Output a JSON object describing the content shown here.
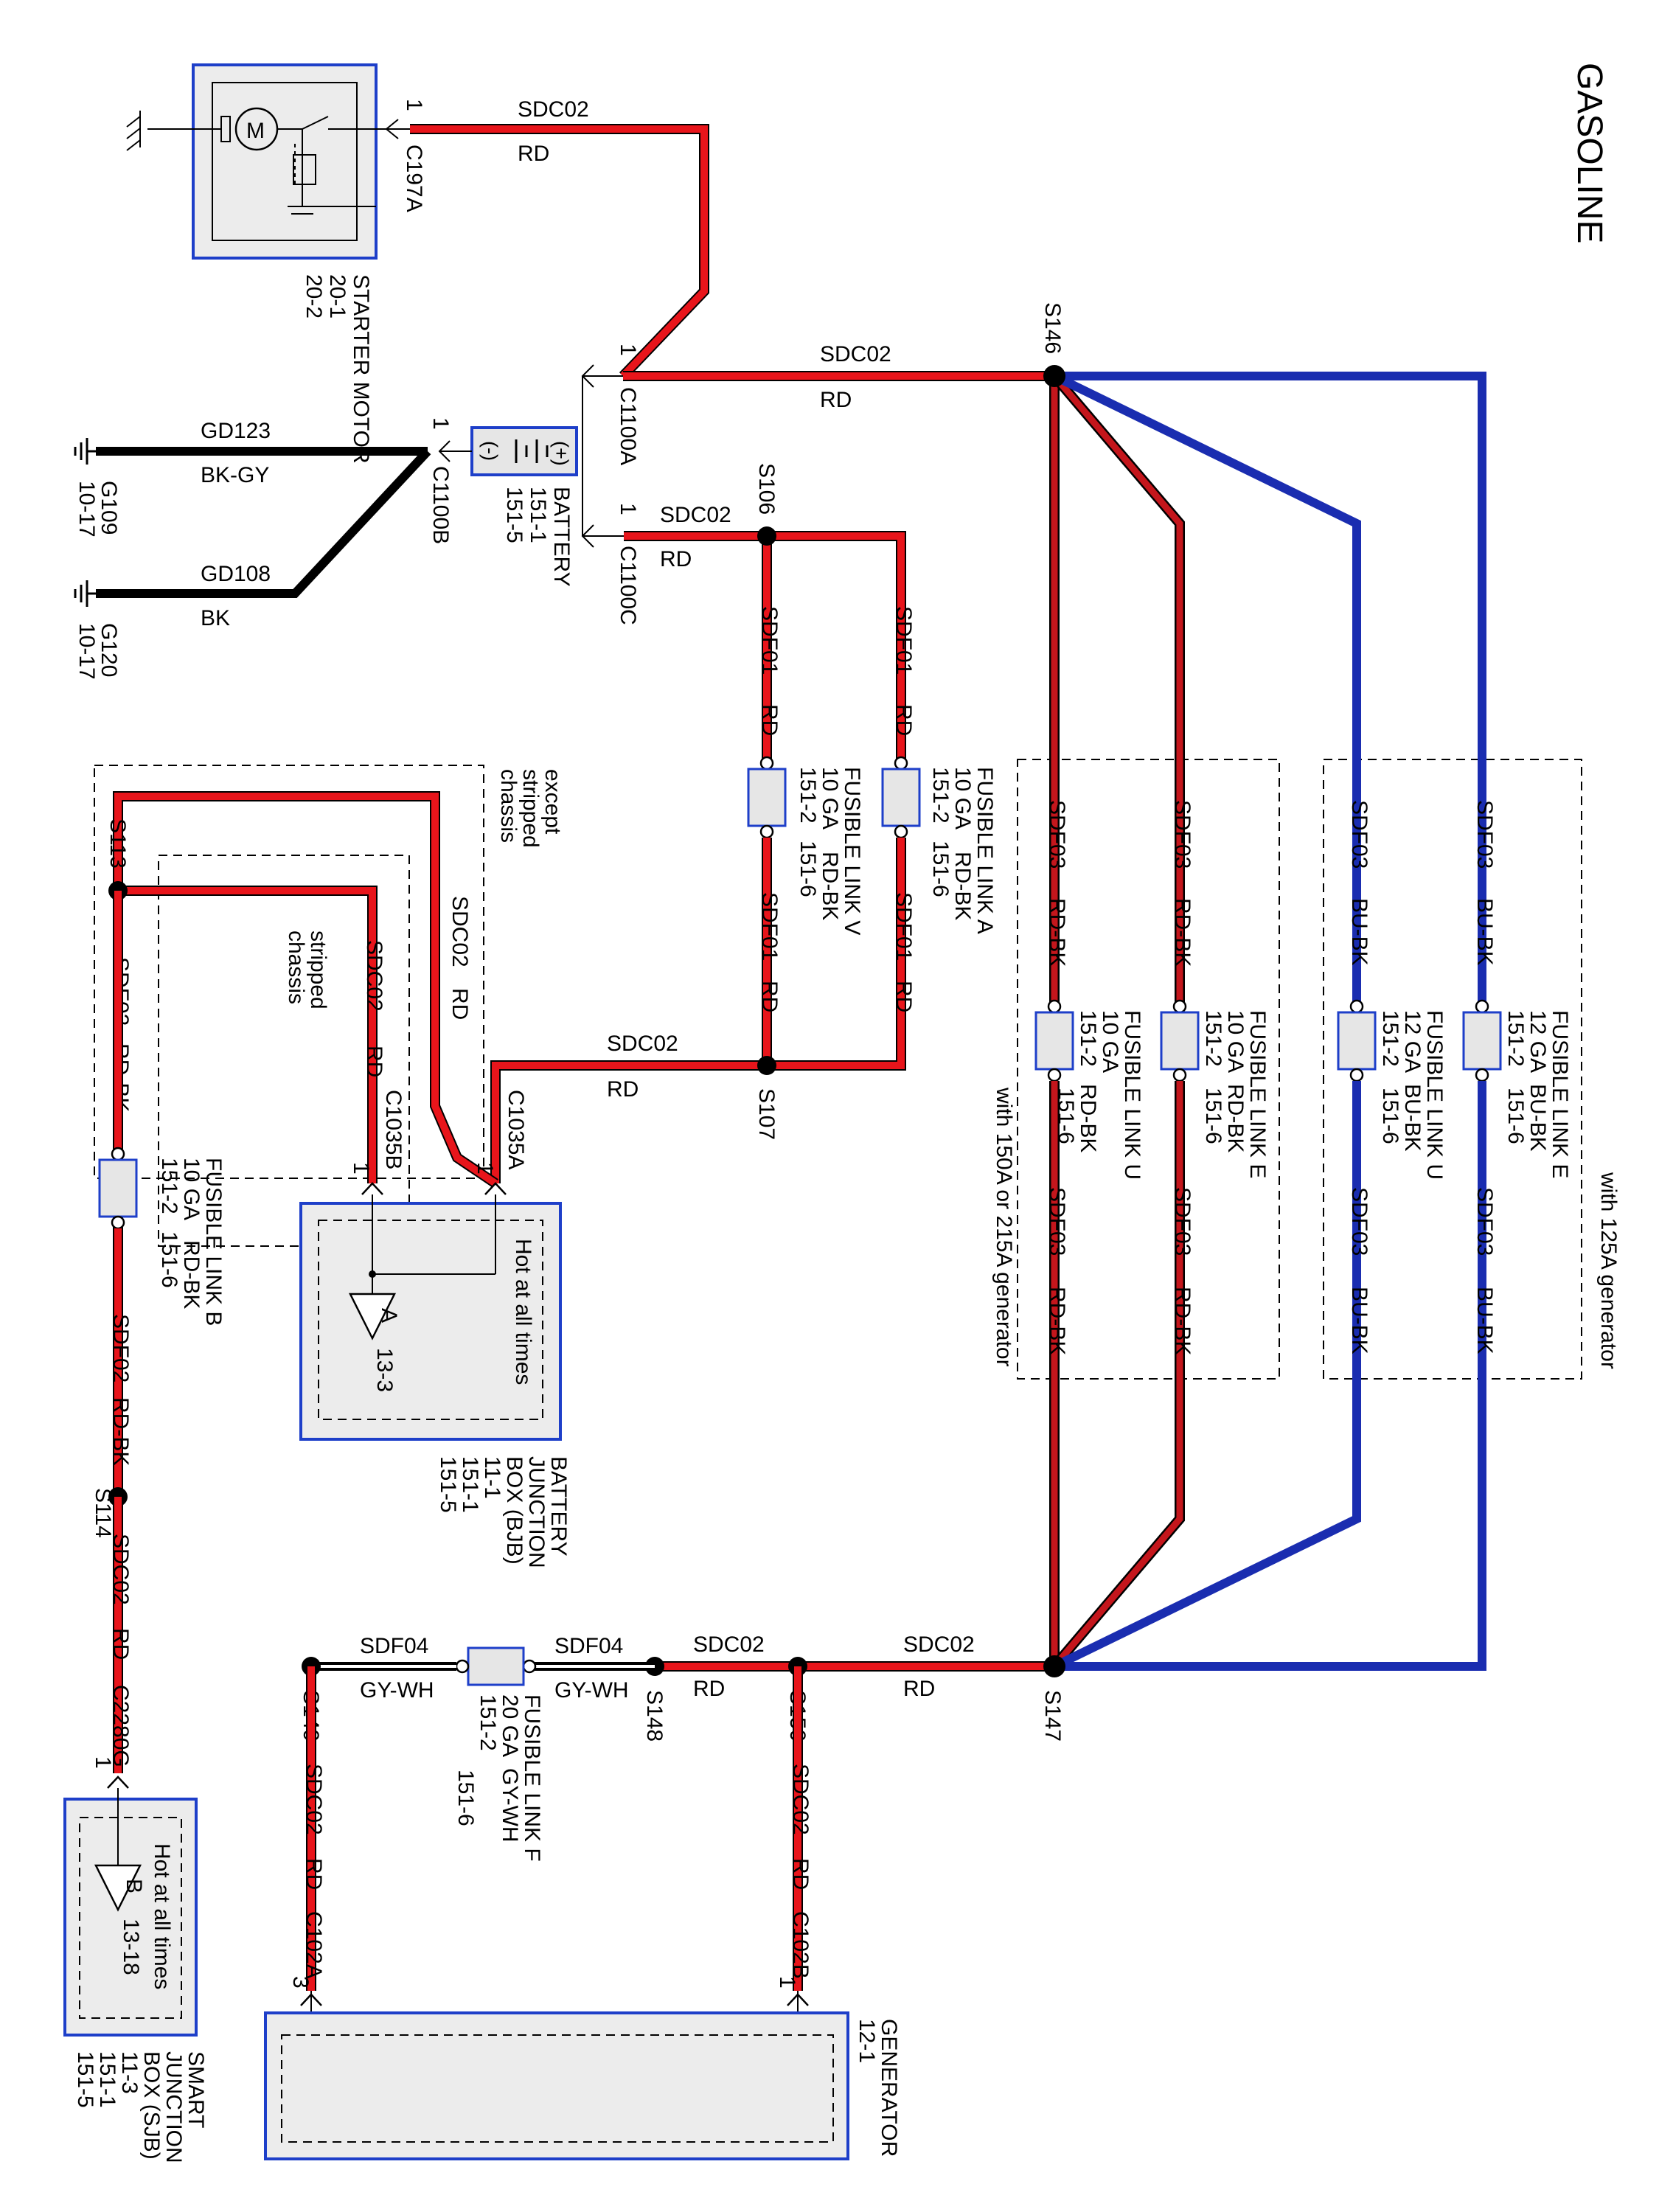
{
  "title": "GASOLINE",
  "colors": {
    "red": "#e8151b",
    "blue": "#1a2db0",
    "black": "#000000",
    "component_fill": "#ececec",
    "component_border": "#1e3fc9",
    "fusible_link_fill": "#e6e6e6"
  },
  "components": {
    "starter_motor": {
      "name": "STARTER MOTOR",
      "ref1": "20-1",
      "ref2": "20-2",
      "connector": "C197A",
      "pin": "1"
    },
    "battery": {
      "name": "BATTERY",
      "ref1": "151-1",
      "ref2": "151-5",
      "plus": "(+)",
      "minus": "(-)"
    },
    "bjb": {
      "name": "BATTERY JUNCTION BOX (BJB)",
      "name_line1": "BATTERY",
      "name_line2": "JUNCTION",
      "name_line3": "BOX (BJB)",
      "ref1": "11-1",
      "ref2": "151-1",
      "ref3": "151-5",
      "hot_text": "Hot at all times",
      "marker": "A",
      "marker_ref": "13-3"
    },
    "sjb": {
      "name_line1": "SMART",
      "name_line2": "JUNCTION",
      "name_line3": "BOX (SJB)",
      "ref1": "11-3",
      "ref2": "151-1",
      "ref3": "151-5",
      "hot_text": "Hot at all times",
      "marker": "B",
      "marker_ref": "13-18"
    },
    "generator": {
      "name": "GENERATOR",
      "ref": "12-1"
    }
  },
  "grounds": {
    "g109": {
      "name": "G109",
      "ref": "10-17"
    },
    "g120": {
      "name": "G120",
      "ref": "10-17"
    }
  },
  "connectors": {
    "c1100a": "C1100A",
    "c1100b": "C1100B",
    "c1100c": "C1100C",
    "c1035a": "C1035A",
    "c1035b": "C1035B",
    "c2280g": "C2280G",
    "c102a": "C102A",
    "c102b": "C102B",
    "pin1": "1",
    "pin3": "3"
  },
  "splices": {
    "s106": "S106",
    "s107": "S107",
    "s113": "S113",
    "s114": "S114",
    "s146": "S146",
    "s147": "S147",
    "s148": "S148",
    "s149": "S149",
    "s150": "S150"
  },
  "wires": {
    "sdc02": "SDC02",
    "sdf01": "SDF01",
    "sdf02": "SDF02",
    "sdf03": "SDF03",
    "sdf04": "SDF04",
    "gd123": "GD123",
    "gd108": "GD108",
    "rd": "RD",
    "rd_bk": "RD-BK",
    "bu_bk": "BU-BK",
    "gy_wh": "GY-WH",
    "bk_gy": "BK-GY",
    "bk": "BK"
  },
  "fusible_links": {
    "a": {
      "line1": "FUSIBLE LINK A",
      "line2": "10 GA",
      "color": "RD-BK",
      "line3": "151-2",
      "ref": "151-6"
    },
    "v": {
      "line1": "FUSIBLE LINK V",
      "line2": "10 GA",
      "color": "RD-BK",
      "line3": "151-2",
      "ref": "151-6"
    },
    "b": {
      "line1": "FUSIBLE LINK B",
      "line2": "10 GA",
      "color": "RD-BK",
      "line3": "151-2",
      "ref": "151-6"
    },
    "f": {
      "line1": "FUSIBLE LINK F",
      "line2": "20 GA",
      "color": "GY-WH",
      "line3": "151-2",
      "ref": "151-6"
    },
    "u_red": {
      "line1": "FUSIBLE LINK U",
      "line2": "10 GA",
      "color": "RD-BK",
      "line3": "151-2",
      "ref": "151-6"
    },
    "e_red": {
      "line1": "FUSIBLE LINK E",
      "line2": "10 GA",
      "color": "RD-BK",
      "line3": "151-2",
      "ref": "151-6"
    },
    "u_blue": {
      "line1": "FUSIBLE LINK U",
      "line2": "12 GA",
      "color": "BU-BK",
      "line3": "151-2",
      "ref": "151-6"
    },
    "e_blue": {
      "line1": "FUSIBLE LINK E",
      "line2": "12 GA",
      "color": "BU-BK",
      "line3": "151-2",
      "ref": "151-6"
    }
  },
  "notes": {
    "except_stripped": "except stripped chassis",
    "except_line1": "except",
    "except_line2": "stripped",
    "except_line3": "chassis",
    "stripped_line1": "stripped",
    "stripped_line2": "chassis",
    "gen_150_215": "with 150A or 215A generator",
    "gen_125": "with 125A generator"
  }
}
